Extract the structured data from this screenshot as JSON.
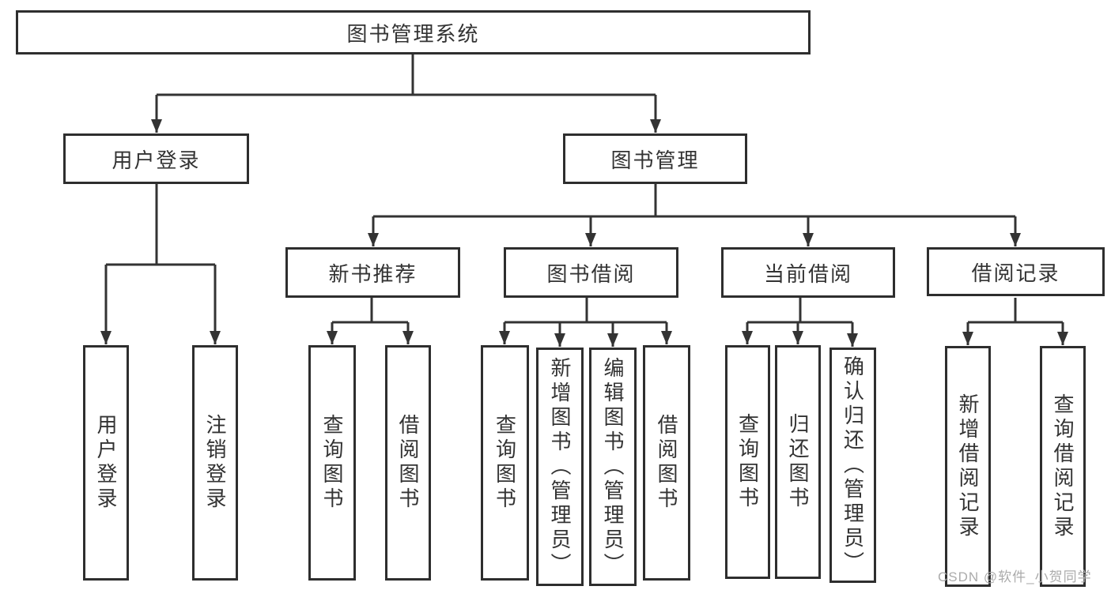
{
  "diagram": {
    "root": {
      "label": "图书管理系统"
    },
    "branches": [
      {
        "label": "用户登录",
        "children": [
          {
            "label": "用户登录"
          },
          {
            "label": "注销登录"
          }
        ]
      },
      {
        "label": "图书管理",
        "children": [
          {
            "label": "新书推荐",
            "children": [
              {
                "label": "查询图书"
              },
              {
                "label": "借阅图书"
              }
            ]
          },
          {
            "label": "图书借阅",
            "children": [
              {
                "label": "查询图书"
              },
              {
                "label": "新增图书（管理员）"
              },
              {
                "label": "编辑图书（管理员）"
              },
              {
                "label": "借阅图书"
              }
            ]
          },
          {
            "label": "当前借阅",
            "children": [
              {
                "label": "查询图书"
              },
              {
                "label": "归还图书"
              },
              {
                "label": "确认归还（管理员）"
              }
            ]
          },
          {
            "label": "借阅记录",
            "children": [
              {
                "label": "新增借阅记录"
              },
              {
                "label": "查询借阅记录"
              }
            ]
          }
        ]
      }
    ]
  },
  "watermark": {
    "text": "CSDN @软件_小贺同学"
  },
  "colors": {
    "line": "#333333",
    "box_border": "#2e2e2e",
    "box_background": "#ffffff",
    "text": "#333333",
    "watermark": "#ababab",
    "background": "#ffffff"
  }
}
